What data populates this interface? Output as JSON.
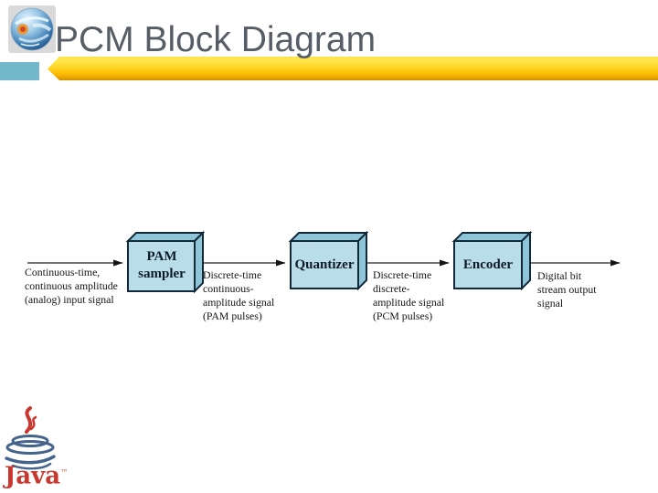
{
  "slide": {
    "title": "PCM Block Diagram",
    "colors": {
      "title_text": "#575d66",
      "gold_bar": "#ffd727",
      "accent_rect_blue": "#74b8cb",
      "block_front_fill": "#b9dde9",
      "block_side_fill": "#8ec5d9",
      "block_border": "#12293a",
      "java_red": "#c8382e",
      "java_blue": "#45648c"
    }
  },
  "diagram": {
    "blocks": [
      {
        "label": "PAM sampler"
      },
      {
        "label": "Quantizer"
      },
      {
        "label": "Encoder"
      }
    ],
    "signal_labels": [
      {
        "lines": [
          "Continuous-time,",
          "continuous amplitude",
          "(analog) input signal"
        ]
      },
      {
        "lines": [
          "Discrete-time",
          "continuous-",
          "amplitude signal",
          "(PAM pulses)"
        ]
      },
      {
        "lines": [
          "Discrete-time",
          "discrete-",
          "amplitude signal",
          "(PCM pulses)"
        ]
      },
      {
        "lines": [
          "Digital bit",
          "stream output",
          "signal"
        ]
      }
    ]
  },
  "footer": {
    "java_wordmark": "Java",
    "trademark": "™"
  },
  "icons": {
    "globe_logo": "globe-logo-icon",
    "java_logo": "java-coffee-cup-icon"
  }
}
